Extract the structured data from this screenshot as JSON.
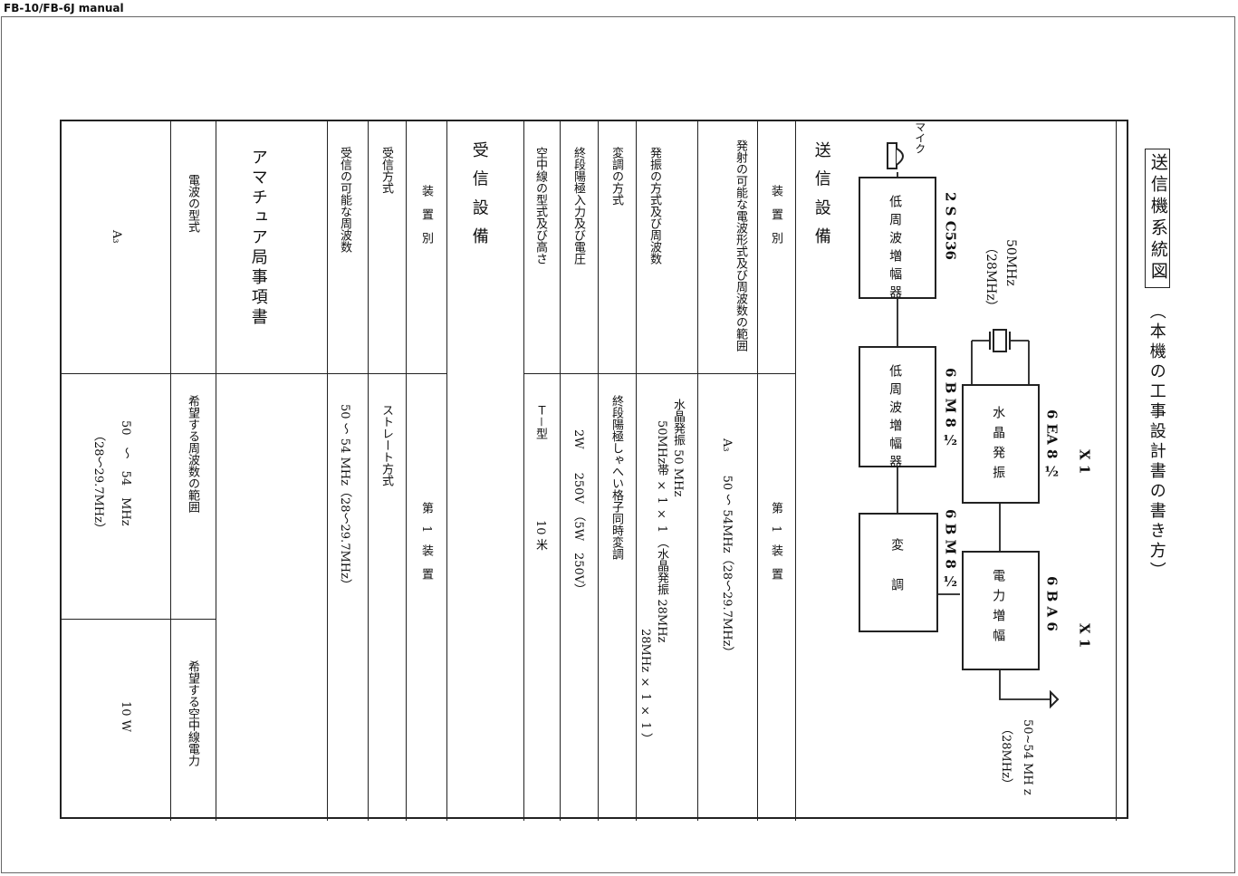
{
  "header": {
    "manual_title": "FB-10/FB-6J manual"
  },
  "diagram": {
    "caption": "（本機の工事設計書の書き方）",
    "title": "送信機系統図",
    "mic_label": "マイク",
    "stage1": {
      "tube": "2 S C536",
      "label": "低周波増幅器"
    },
    "crystal": {
      "freq": "50MHz",
      "freq_sub": "（28MHz）"
    },
    "stage2": {
      "tube": "6 B M 8 ½",
      "label": "低周波増幅器"
    },
    "stage3": {
      "tube": "6 B M 8 ½",
      "label": "変調"
    },
    "stage4": {
      "tube": "6 EA 8 ½",
      "label": "水晶発振",
      "mult": "X 1"
    },
    "stage5": {
      "tube": "6 B A 6",
      "label": "電力増幅",
      "mult": "X 1"
    },
    "output": {
      "freq": "50~54 MH z",
      "freq_sub": "（28MHz）"
    }
  },
  "tx": {
    "section_title": "送 信 設 備",
    "rows": [
      {
        "label": "装　置　別",
        "value": "第　1　装　置"
      },
      {
        "label": "発射の可能な電波形式及び周波数の範囲",
        "value": "A₃　　50 ～ 54MHz（28～29.7MHz）"
      },
      {
        "label": "発振の方式及び周波数",
        "value": "水晶発振 50 MHz",
        "value2": "50MHz帯 × 1 × 1 （水晶発振 28MHz",
        "value3": "28MHz × 1 × 1 ）"
      },
      {
        "label": "変調の方式",
        "value": "終段陽極しゃへい格子同時変調"
      },
      {
        "label": "終段陽極入力及び電圧",
        "value": "2W　　250V　（5W　250V）"
      },
      {
        "label": "空中線の型式及び高さ",
        "value": "Ｔ－型",
        "value_b": "10 米"
      }
    ]
  },
  "rx": {
    "section_title": "受 信 設 備",
    "rows": [
      {
        "label": "装　置　別",
        "value": "第　1　装　置"
      },
      {
        "label": "受信方式",
        "value": "ストレート方式"
      },
      {
        "label": "受信の可能な周波数",
        "value": "50 ～ 54 MHz（28～29.7MHz）"
      }
    ]
  },
  "amateur": {
    "section_title": "アマチュア局事項書",
    "headers": [
      "電波の型式",
      "希望する周波数の範囲",
      "希望する空中線電力"
    ],
    "values": [
      "A₃",
      "50　～　54　MHz",
      "10 W"
    ],
    "values_sub": [
      "",
      "（28～29.7MHz）",
      ""
    ]
  }
}
